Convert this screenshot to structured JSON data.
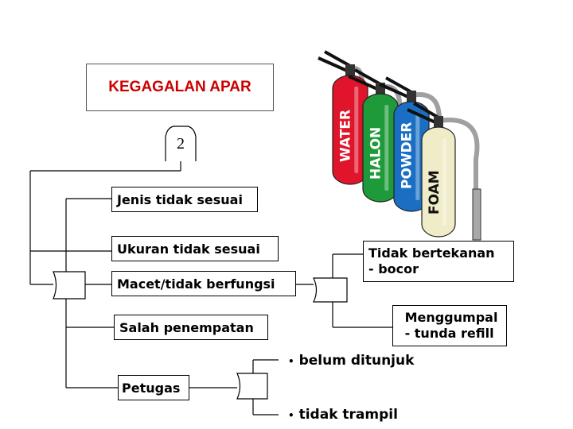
{
  "title": "KEGAGALAN APAR",
  "page_number": "2",
  "extinguishers": [
    {
      "label": "WATER",
      "color": "#e0142a"
    },
    {
      "label": "HALON",
      "color": "#1e9a3a"
    },
    {
      "label": "POWDER",
      "color": "#1a6fc4"
    },
    {
      "label": "FOAM",
      "color": "#f0ecc8"
    }
  ],
  "causes": [
    {
      "label": "Jenis tidak sesuai"
    },
    {
      "label": "Ukuran tidak sesuai"
    },
    {
      "label": "Macet/tidak berfungsi"
    },
    {
      "label": "Salah penempatan"
    },
    {
      "label": "Petugas"
    }
  ],
  "sub_causes": {
    "macet": [
      {
        "text": "Tidak bertekanan\n- bocor"
      },
      {
        "text": "Menggumpal\n- tunda refill"
      }
    ],
    "petugas": [
      {
        "text": "belum ditunjuk"
      },
      {
        "text": "tidak trampil"
      }
    ]
  }
}
